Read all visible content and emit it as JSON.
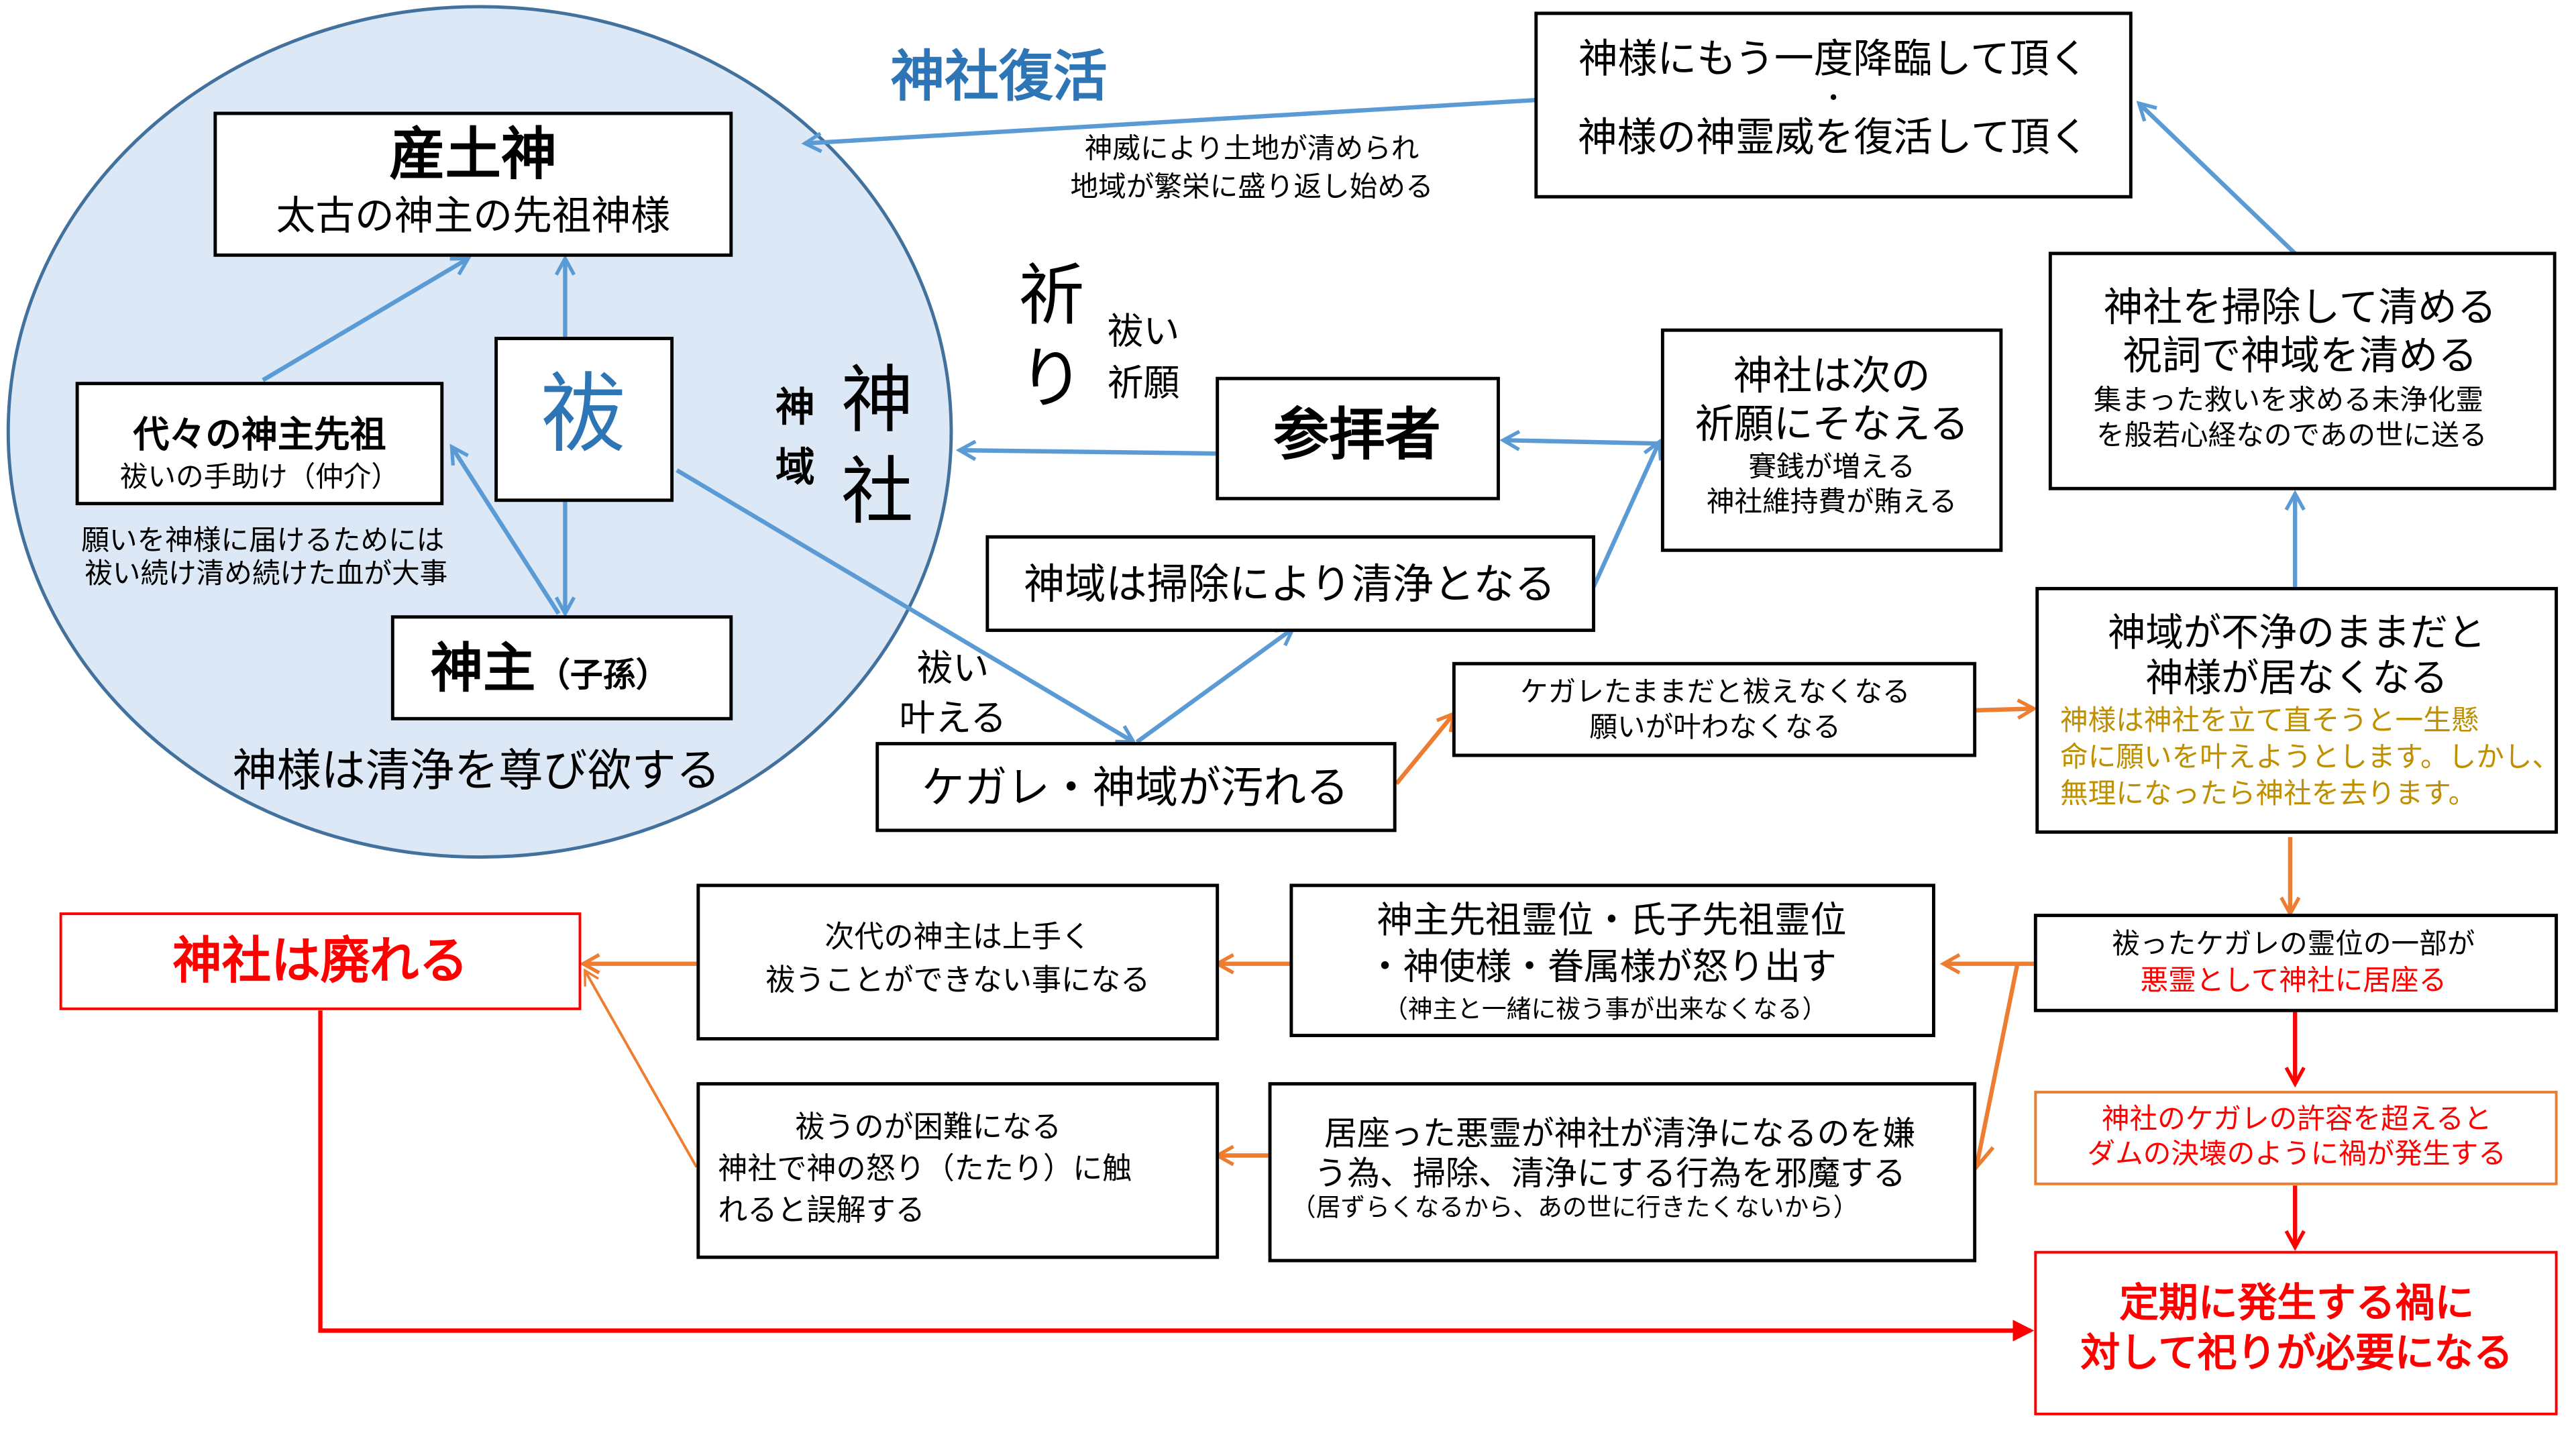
{
  "colors": {
    "circle_fill": "#dce8f5",
    "circle_stroke": "#41719c",
    "blue_arrow": "#5b9bd5",
    "blue_text": "#2e75b6",
    "orange_arrow": "#ed7d31",
    "red": "#ff0000",
    "gold_text": "#bf8f00"
  },
  "circle": {
    "ubusunagami": {
      "title": "産土神",
      "subtitle": "太古の神主の先祖神様"
    },
    "harai": "祓",
    "ancestors": {
      "title": "代々の神主先祖",
      "subtitle": "祓いの手助け（仲介）"
    },
    "ancestors_note": [
      "願いを神様に届けるためには",
      "祓い続け清め続けた血が大事"
    ],
    "kannushi": {
      "title": "神主",
      "suffix": "（子孫）"
    },
    "bottom_note": "神様は清浄を尊び欲する",
    "jinja_big": [
      "神",
      "社"
    ],
    "shiniki_small": [
      "神",
      "域"
    ]
  },
  "revival": {
    "label": "神社復活",
    "note": [
      "神威により土地が清められ",
      "地域が繁栄に盛り返し始める"
    ],
    "box": [
      "神様にもう一度降臨して頂く",
      "・",
      "神様の神霊威を復活して頂く"
    ]
  },
  "prayer": {
    "inori": [
      "祈",
      "り"
    ],
    "side": [
      "祓い",
      "祈願"
    ],
    "worshipper": "参拝者"
  },
  "grant_box": {
    "title": [
      "神社は次の",
      "祈願にそなえる"
    ],
    "sub": [
      "賽銭が増える",
      "神社維持費が賄える"
    ]
  },
  "clean_box": {
    "title": [
      "神社を掃除して清める",
      "祝詞で神域を清める"
    ],
    "sub": [
      "集まった救いを求める未浄化霊",
      "を般若心経なのであの世に送る"
    ]
  },
  "shiniki_clean": "神域は掃除により清浄となる",
  "harai_kanau": [
    "祓い",
    "叶える"
  ],
  "kegare": "ケガレ・神域が汚れる",
  "cannot_purify": [
    "ケガレたままだと祓えなくなる",
    "願いが叶わなくなる"
  ],
  "impure_box": {
    "title": [
      "神域が不浄のままだと",
      "神様が居なくなる"
    ],
    "sub": [
      "神様は神社を立て直そうと一生懸",
      "命に願いを叶えようとします。しかし、",
      "無理になったら神社を去ります。"
    ]
  },
  "evil_spirit_box": {
    "line1": "祓ったケガレの霊位の一部が",
    "line2": "悪霊として神社に居座る"
  },
  "dam_box": [
    "神社のケガレの許容を超えると",
    "ダムの決壊のように禍が発生する"
  ],
  "ritual_box": [
    "定期に発生する禍に",
    "対して祀りが必要になる"
  ],
  "angry_box": {
    "title": [
      "神主先祖霊位・氏子先祖霊位",
      "・神使様・眷属様が怒り出す"
    ],
    "sub": "（神主と一緒に祓う事が出来なくなる）"
  },
  "obstruct_box": {
    "title": [
      "居座った悪霊が神社が清浄になるのを嫌",
      "う為、掃除、清浄にする行為を邪魔する"
    ],
    "sub": "（居ずらくなるから、あの世に行きたくないから）"
  },
  "next_kannushi_box": [
    "次代の神主は上手く",
    "祓うことができない事になる"
  ],
  "difficult_box": [
    "祓うのが困難になる",
    "神社で神の怒り（たたり）に触",
    "れると誤解する"
  ],
  "abandoned_box": "神社は廃れる"
}
